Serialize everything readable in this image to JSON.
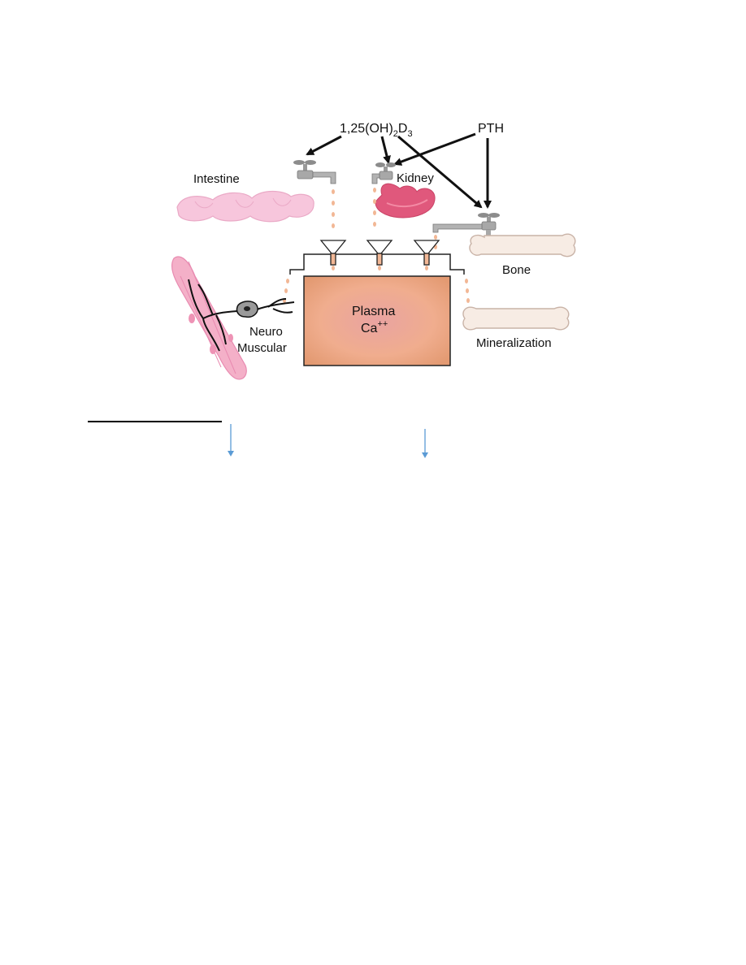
{
  "figure": {
    "labels": {
      "vitd_main": "1,25(OH)",
      "vitd_sub1": "2",
      "vitd_d": "D",
      "vitd_sub2": "3",
      "pth": "PTH",
      "intestine": "Intestine",
      "kidney": "Kidney",
      "bone": "Bone",
      "neuro": "Neuro",
      "muscular": "Muscular",
      "plasma": "Plasma",
      "ca": "Ca",
      "ca_sup": "++",
      "mineralization": "Mineralization"
    },
    "colors": {
      "tank_light": "#f2b08f",
      "tank_dark": "#e0936f",
      "intestine": "#f7c6dc",
      "kidney": "#e0587c",
      "bone": "#f7ece4",
      "bone_stroke": "#c9b3a7",
      "muscle": "#f4b0c8",
      "drop": "#f2b795",
      "arrow_blue": "#5b9bd5",
      "faucet": "#8c8c8c"
    }
  },
  "underline": {
    "present": true
  },
  "blue_arrows": [
    {
      "direction": "down"
    },
    {
      "direction": "down"
    }
  ]
}
